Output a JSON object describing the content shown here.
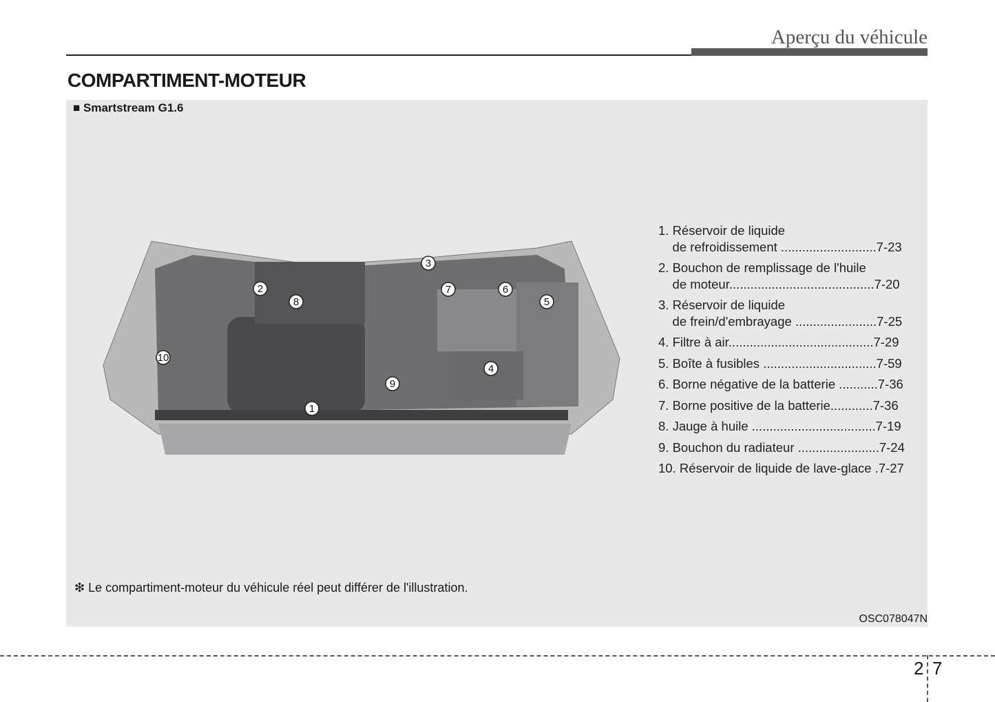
{
  "header": {
    "section": "Aperçu du véhicule"
  },
  "title": "COMPARTIMENT-MOTEUR",
  "subtitle": "■ Smartstream G1.6",
  "items": [
    "1. Réservoir de liquide\n    de refroidissement ...........................7-23",
    "2. Bouchon de remplissage de l'huile\n    de moteur.........................................7-20",
    "3. Réservoir de liquide\n    de frein/d'embrayage .......................7-25",
    "4. Filtre à air.........................................7-29",
    "5. Boîte à fusibles ................................7-59",
    "6. Borne négative de la batterie ...........7-36",
    "7. Borne positive de la batterie............7-36",
    "8. Jauge à huile ...................................7-19",
    "9. Bouchon du radiateur .......................7-24",
    "10. Réservoir de liquide de lave-glace .7-27"
  ],
  "callouts": [
    "1",
    "2",
    "3",
    "4",
    "5",
    "6",
    "7",
    "8",
    "9",
    "10"
  ],
  "note": "❇ Le compartiment-moteur du véhicule réel peut différer de l'illustration.",
  "image_code": "OSC078047N",
  "page": {
    "chapter": "2",
    "number": "7"
  }
}
